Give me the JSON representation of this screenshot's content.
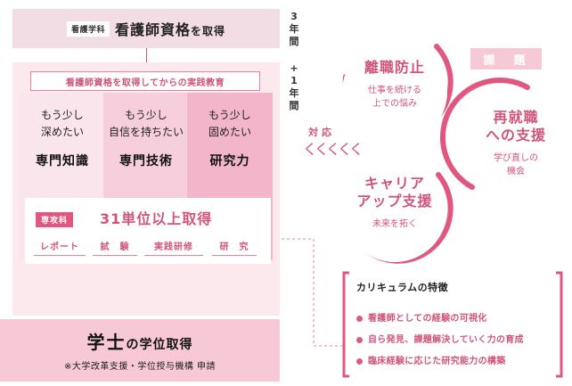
{
  "top_banner": {
    "tag": "看護学科",
    "main_big": "看護師資格",
    "main_small": "を取得"
  },
  "durations": {
    "first": [
      "3",
      "年",
      "間"
    ],
    "second": [
      "+",
      "1",
      "年",
      "間"
    ]
  },
  "practical_education": "看護師資格を取得してからの実践教育",
  "columns": [
    {
      "desire_line1": "もう少し",
      "desire_line2": "深めたい",
      "skill": "専門知識"
    },
    {
      "desire_line1": "もう少し",
      "desire_line2": "自信を持ちたい",
      "skill": "専門技術"
    },
    {
      "desire_line1": "もう少し",
      "desire_line2": "固めたい",
      "skill": "研究力"
    }
  ],
  "credits": {
    "tag": "専攻科",
    "title": "31単位以上取得",
    "items": [
      "レポート",
      "試　験",
      "実践研修",
      "研　究"
    ]
  },
  "degree": {
    "title_big": "学士",
    "title_small": "の学位取得",
    "note": "※大学改革支援・学位授与機構 申請"
  },
  "taiou": "対応",
  "chevrons": "くくくくく",
  "challenges": {
    "tag": "課　題",
    "items": [
      {
        "title_line1": "離職防止",
        "title_line2": "",
        "sub_line1": "仕事を続ける",
        "sub_line2": "上での悩み"
      },
      {
        "title_line1": "再就職",
        "title_line2": "への支援",
        "sub_line1": "学び直しの",
        "sub_line2": "機会"
      },
      {
        "title_line1": "キャリア",
        "title_line2": "アップ支援",
        "sub_line1": "未来を拓く",
        "sub_line2": ""
      }
    ]
  },
  "features": {
    "title": "カリキュラムの特徴",
    "items": [
      "看護師としての経験の可視化",
      "自ら発見、課題解決していく力の育成",
      "臨床経験に応じた研究能力の構築"
    ]
  },
  "colors": {
    "accent": "#d0557a",
    "accent_strong": "#e05880",
    "pink_light": "#fbe9ee",
    "pink_mid": "#f7cfdc",
    "pink_deep": "#f3b5c9",
    "banner": "#f3dde4"
  }
}
